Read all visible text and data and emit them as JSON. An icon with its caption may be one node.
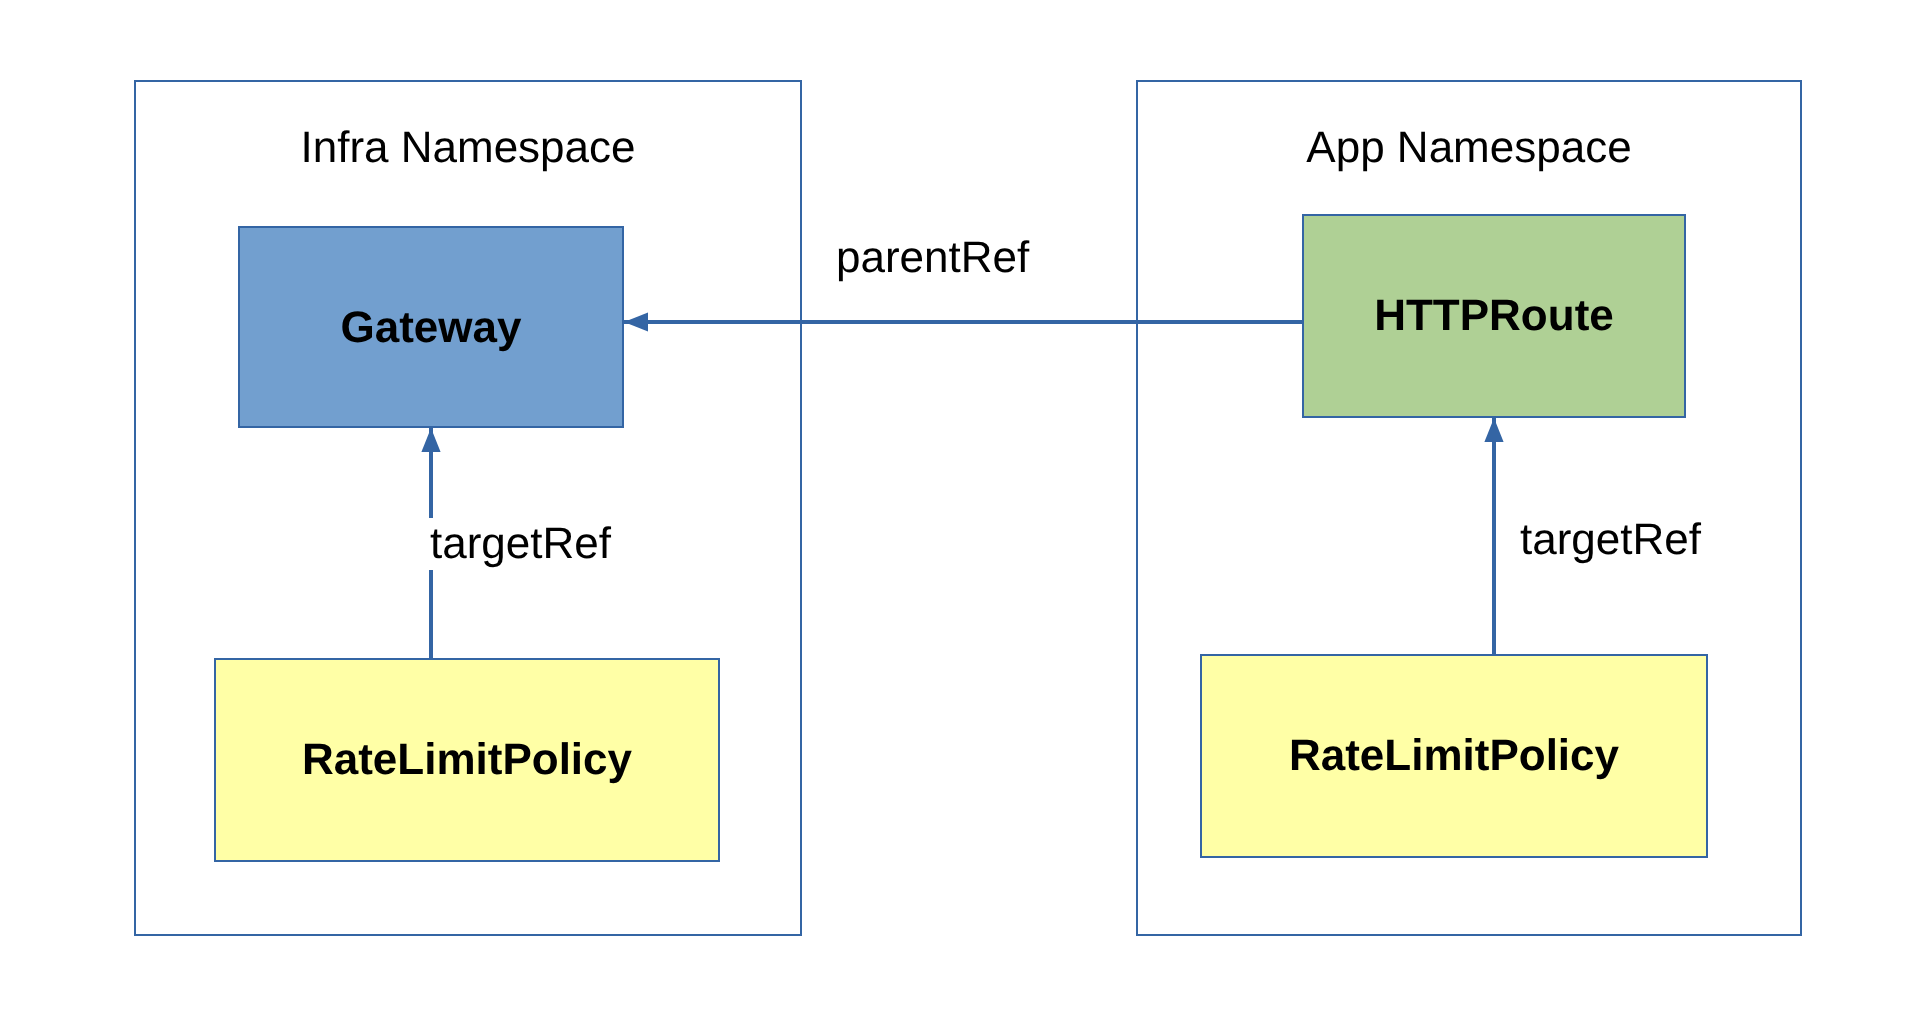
{
  "diagram": {
    "nodes": [
      {
        "text": [
          "Infra Namespace"
        ]
      },
      {
        "text": [
          "Gateway"
        ],
        "in": 0
      },
      {
        "text": [
          "RateLimitPolicy"
        ],
        "in": 0
      },
      {
        "text": [
          "App Namespace"
        ]
      },
      {
        "text": [
          "HTTPRoute"
        ],
        "in": 3
      },
      {
        "text": [
          "RateLimitPolicy"
        ],
        "in": 3
      }
    ],
    "edges": [
      {
        "from": 4,
        "to": 1,
        "arrow": "to",
        "label": "parentRef"
      },
      {
        "from": 2,
        "to": 1,
        "arrow": "to",
        "label": "targetRef"
      },
      {
        "from": 5,
        "to": 4,
        "arrow": "to",
        "label": "targetRef"
      }
    ]
  }
}
